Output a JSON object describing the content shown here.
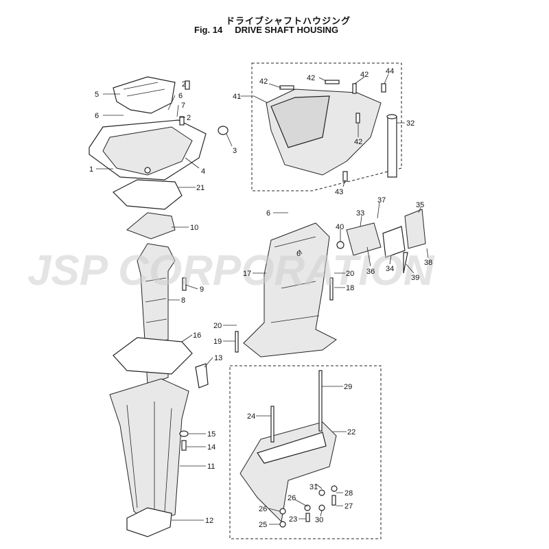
{
  "header": {
    "title_jp": "ドライブシャフトハウジング",
    "figure_number": "Fig. 14",
    "title_en": "DRIVE SHAFT HOUSING"
  },
  "watermark": "JSP CORPORATION",
  "callouts": [
    "2",
    "5",
    "6",
    "7",
    "6",
    "2",
    "3",
    "1",
    "4",
    "21",
    "10",
    "9",
    "8",
    "16",
    "13",
    "15",
    "14",
    "11",
    "12",
    "41",
    "42",
    "42",
    "42",
    "44",
    "32",
    "42",
    "43",
    "37",
    "35",
    "6",
    "33",
    "40",
    "6",
    "36",
    "34",
    "38",
    "39",
    "17",
    "20",
    "18",
    "20",
    "19",
    "29",
    "24",
    "22",
    "28",
    "31",
    "26",
    "27",
    "26",
    "23",
    "30",
    "25"
  ]
}
